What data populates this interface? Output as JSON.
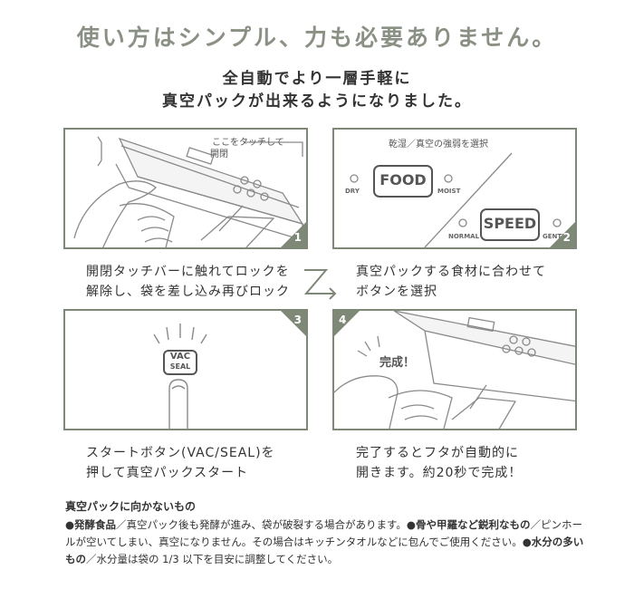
{
  "headline": "使い方はシンプル、力も必要ありません。",
  "subheadline": [
    "全自動でより一層手軽に",
    "真空パックが出来るようになりました。"
  ],
  "steps": [
    {
      "number": "1",
      "caption": [
        "開閉タッチバーに触れてロックを",
        "解除し、袋を差し込み再びロック"
      ],
      "labels": {
        "touch_hint": "ここをタッチして",
        "open_close": "開閉"
      }
    },
    {
      "number": "2",
      "caption": [
        "真空パックする食材に合わせて",
        "ボタンを選択"
      ],
      "labels": {
        "header": "乾湿／真空の強弱を選択",
        "food": "FOOD",
        "dry": "DRY",
        "moist": "MOIST",
        "speed": "SPEED",
        "normal": "NORMAL",
        "gentle": "GENTLE"
      }
    },
    {
      "number": "3",
      "caption": [
        "スタートボタン(VAC/SEAL)を",
        "押して真空パックスタート"
      ],
      "labels": {
        "vac": "VAC",
        "seal": "SEAL"
      }
    },
    {
      "number": "4",
      "caption": [
        "完了するとフタが自動的に",
        "開きます。約20秒で完成！"
      ],
      "labels": {
        "done": "完成！"
      }
    }
  ],
  "notes": {
    "title": "真空パックに向かないもの",
    "items": [
      {
        "term": "●発酵食品",
        "text": "／真空パック後も発酵が進み、袋が破裂する場合があります。"
      },
      {
        "term": "●骨や甲羅など鋭利なもの",
        "text": "／ピンホールが空いてしまい、真空になりません。その場合はキッチンタオルなどに包んでご使用ください。"
      },
      {
        "term": "●水分の多いもの",
        "text": "／水分量は袋の 1/3 以下を目安に調整してください。"
      }
    ]
  },
  "colors": {
    "accent": "#7e8876",
    "headline": "#8a9184",
    "text": "#333333"
  }
}
